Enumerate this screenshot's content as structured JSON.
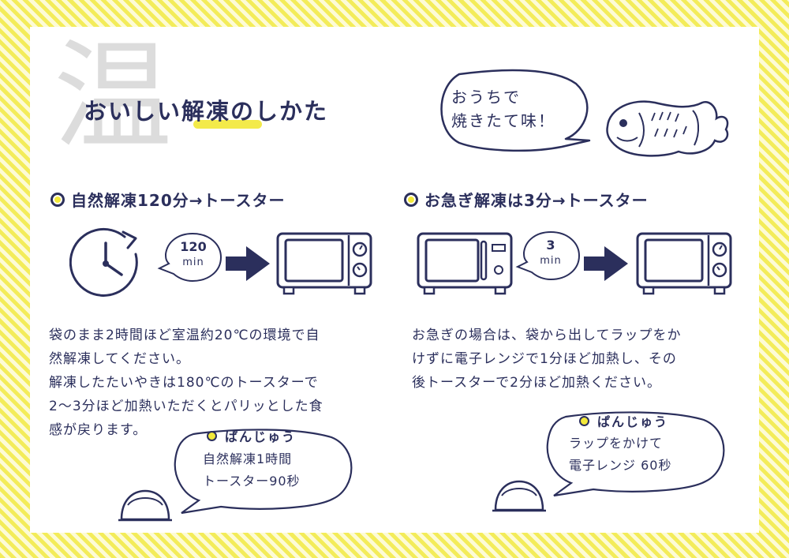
{
  "background_kanji": "温",
  "title": "おいしい解凍のしかた",
  "speech_bubble": {
    "line1": "おうちで",
    "line2": "焼きたて味！"
  },
  "left": {
    "heading": "自然解凍120分→トースター",
    "timer": {
      "value": "120",
      "unit": "min"
    },
    "body_lines": [
      "袋のまま2時間ほど室温約20℃の環境で自",
      "然解凍してください。",
      "解凍したたいやきは180℃のトースターで",
      "2〜3分ほど加熱いただくとパリッとした食",
      "感が戻ります。"
    ],
    "note": {
      "title": "ぱんじゅう",
      "line1": "自然解凍1時間",
      "line2": "トースター90秒"
    }
  },
  "right": {
    "heading": "お急ぎ解凍は3分→トースター",
    "timer": {
      "value": "3",
      "unit": "min"
    },
    "body_lines": [
      "お急ぎの場合は、袋から出してラップをか",
      "けずに電子レンジで1分ほど加熱し、その",
      "後トースターで2分ほど加熱ください。"
    ],
    "note": {
      "title": "ぱんじゅう",
      "line1": "ラップをかけて",
      "line2": "電子レンジ 60秒"
    }
  },
  "colors": {
    "navy": "#2b2f5c",
    "yellow": "#f3ea4a",
    "stripe_light": "#fdfbd6"
  },
  "icons": [
    "clock-icon",
    "arrow-right-icon",
    "toaster-icon",
    "microwave-icon",
    "taiyaki-icon",
    "panjuu-icon"
  ]
}
